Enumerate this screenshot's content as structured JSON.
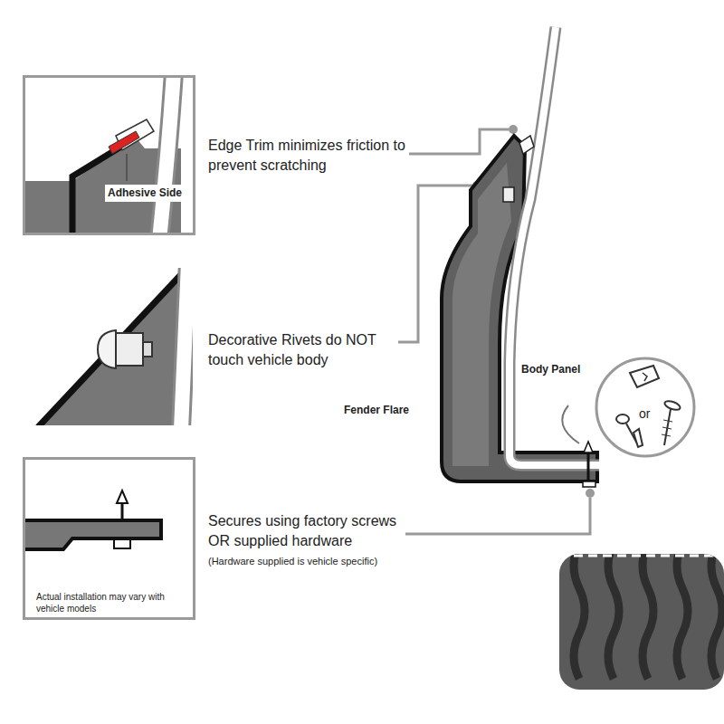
{
  "diagram": {
    "nodes": [
      {
        "text": [
          "Adhesive Side"
        ]
      },
      {
        "text": [
          "Actual installation may vary with vehicle models"
        ]
      }
    ],
    "labels": [
      "Edge Trim minimizes friction to prevent scratching",
      "Decorative Rivets do NOT touch vehicle body",
      "Secures using factory screws OR supplied hardware",
      "(Hardware supplied is vehicle specific)",
      "Body Panel",
      "Fender Flare",
      "or"
    ]
  }
}
